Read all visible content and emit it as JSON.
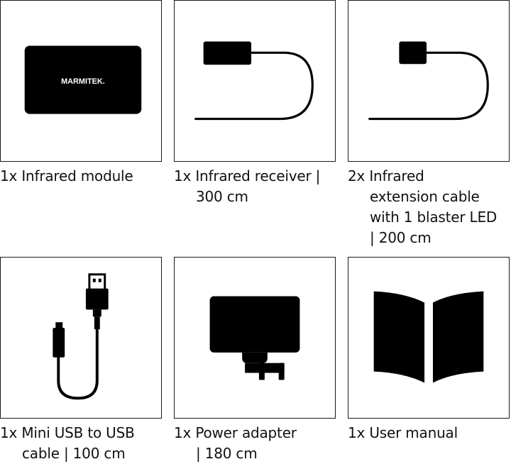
{
  "items": [
    {
      "icon": "infrared-module-icon",
      "logo_text": "MARMITEK.",
      "caption_lines": [
        "1x Infrared module"
      ]
    },
    {
      "icon": "infrared-receiver-icon",
      "caption_lines": [
        "1x Infrared receiver |",
        "300 cm"
      ]
    },
    {
      "icon": "infrared-extension-cable-icon",
      "caption_lines": [
        "2x Infrared",
        "extension cable",
        "with 1 blaster LED",
        "| 200 cm"
      ]
    },
    {
      "icon": "mini-usb-cable-icon",
      "caption_lines": [
        "1x Mini USB to USB",
        "cable | 100 cm"
      ]
    },
    {
      "icon": "power-adapter-icon",
      "caption_lines": [
        "1x Power adapter",
        "| 180 cm"
      ]
    },
    {
      "icon": "user-manual-icon",
      "caption_lines": [
        "1x User manual"
      ]
    }
  ],
  "colors": {
    "ink": "#111111",
    "frame": "#1a1a1a",
    "background": "#ffffff"
  }
}
